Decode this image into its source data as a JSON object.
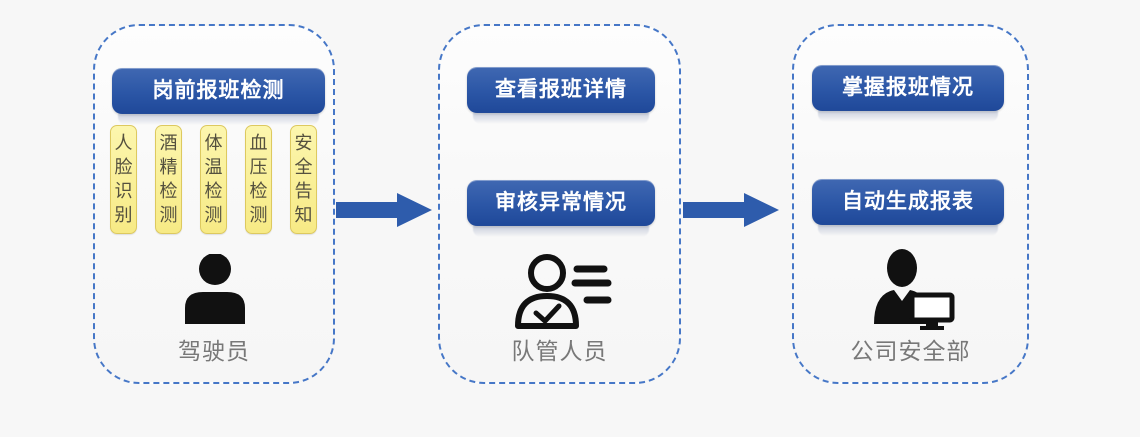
{
  "diagram": {
    "title_hint": "pre-shift check-in workflow",
    "colors": {
      "background": "#f7f7f7",
      "panel_border_blue": "#4677c7",
      "banner_blue_top": "#4068b2",
      "banner_blue_bottom": "#1f4899",
      "banner_text": "#ffffff",
      "tag_yellow_top": "#fcf6ae",
      "tag_yellow_bottom": "#f7ea85",
      "tag_border": "#ddc95f",
      "tag_text": "#54503e",
      "arrow_blue": "#2e5cac",
      "role_label_gray": "#787878",
      "icon_black": "#111111"
    },
    "panels": [
      {
        "id": "driver",
        "banners": [
          "岗前报班检测"
        ],
        "tags": [
          "人脸识别",
          "酒精检测",
          "体温检测",
          "血压检测",
          "安全告知"
        ],
        "icon": "person-icon",
        "role_label": "驾驶员"
      },
      {
        "id": "team-manager",
        "banners": [
          "查看报班详情",
          "审核异常情况"
        ],
        "icon": "person-checklist-icon",
        "role_label": "队管人员"
      },
      {
        "id": "company-safety-dept",
        "banners": [
          "掌握报班情况",
          "自动生成报表"
        ],
        "icon": "person-computer-icon",
        "role_label": "公司安全部"
      }
    ],
    "arrows": {
      "count": 2,
      "direction": "right",
      "color": "#2e5cac"
    }
  }
}
